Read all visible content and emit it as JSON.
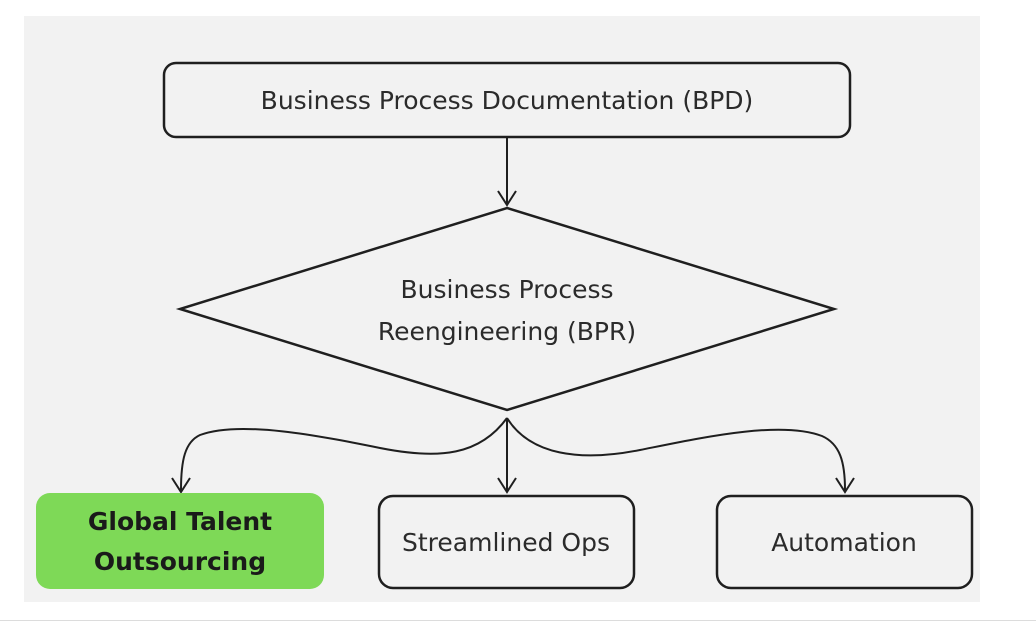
{
  "diagram": {
    "nodes": {
      "bpd": {
        "label": "Business Process Documentation (BPD)"
      },
      "bpr": {
        "label_line1": "Business Process",
        "label_line2": "Reengineering (BPR)"
      },
      "gto": {
        "label_line1": "Global Talent",
        "label_line2": "Outsourcing"
      },
      "streamlined": {
        "label": "Streamlined Ops"
      },
      "automation": {
        "label": "Automation"
      }
    },
    "colors": {
      "panel_bg": "#f2f2f2",
      "node_fill": "#f2f2f2",
      "stroke": "#1f1f1f",
      "highlight": "#7ed957"
    }
  }
}
